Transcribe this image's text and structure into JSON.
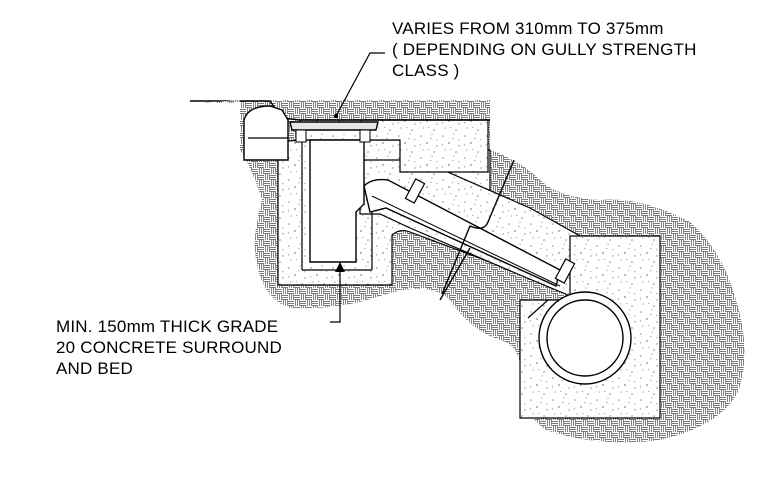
{
  "annotations": {
    "depth_note": {
      "lines": [
        "VARIES FROM 310mm TO 375mm",
        "( DEPENDING ON GULLY STRENGTH",
        "CLASS )"
      ]
    },
    "surround_note": {
      "lines": [
        "MIN. 150mm THICK GRADE",
        "20 CONCRETE SURROUND",
        "AND BED"
      ]
    }
  },
  "colors": {
    "line": "#000000",
    "ground_hatch": "#808080",
    "concrete_speckle": "#9a9a9a",
    "background": "#ffffff"
  }
}
